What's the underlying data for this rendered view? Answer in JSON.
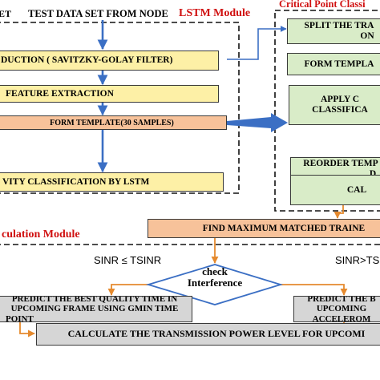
{
  "labels": {
    "set_fragment": "ET",
    "test_data": "TEST DATA SET FROM NODE",
    "lstm_module": "LSTM Module",
    "critical_module": "Critical Point Classi",
    "calc_module": "culation Module",
    "sinr_le": "SINR ≤ TSINR",
    "sinr_gt": "SINR>TS"
  },
  "lstm_boxes": [
    "DUCTION ( SAVITZKY-GOLAY FILTER)",
    "FEATURE EXTRACTION",
    "FORM TEMPLATE(30 SAMPLES)",
    "VITY CLASSIFICATION BY LSTM"
  ],
  "critical_boxes": [
    [
      "SPLIT THE TRA",
      "ON"
    ],
    [
      "FORM TEMPLA"
    ],
    [
      "APPLY C",
      "CLASSIFICA"
    ],
    [
      "REORDER TEMP",
      "D"
    ],
    [
      "CAL"
    ]
  ],
  "find_box": "FIND MAXIMUM MATCHED TRAINE",
  "decision": [
    "check",
    "Interference"
  ],
  "predict_left": [
    "PREDICT THE BEST QUALITY TIME IN",
    "UPCOMING  FRAME USING GMIN TIME",
    "POINT"
  ],
  "predict_right": [
    "PREDICT THE B",
    "UPCOMING",
    "ACCELEROM"
  ],
  "calc_box": "CALCULATE THE TRANSMISSION POWER LEVEL FOR UPCOMI",
  "colors": {
    "lstm_box": "#fdf0a6",
    "template_box": "#f7c29a",
    "critical_box": "#d9ecc8",
    "predict_box": "#d6d6d6",
    "arrow_blue": "#3b6fc4",
    "arrow_orange": "#e58a2e",
    "module_title": "#d01010"
  }
}
